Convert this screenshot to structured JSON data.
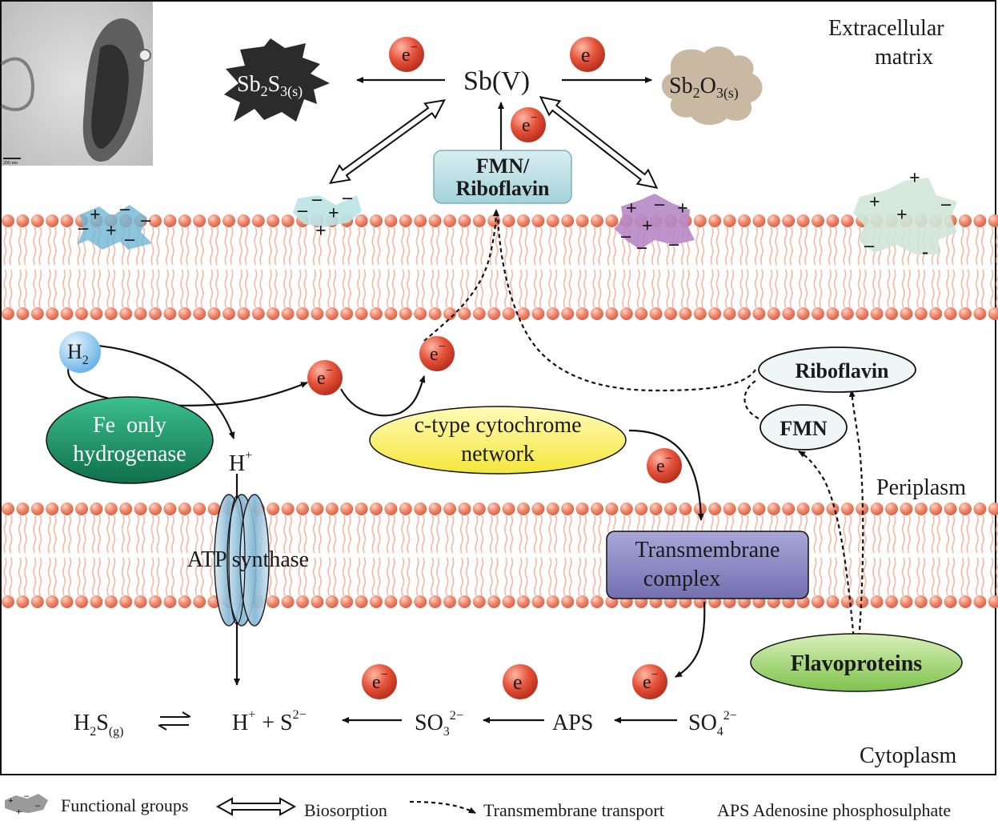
{
  "regions": {
    "extracellular": [
      "Extracellular",
      "matrix"
    ],
    "periplasm": "Periplasm",
    "cytoplasm": "Cytoplasm"
  },
  "electron": {
    "minus": "e",
    "sup": "−"
  },
  "species": {
    "sbv": "Sb(V)",
    "sb2s3": {
      "a": "Sb",
      "b": "2",
      "c": "S",
      "d": "3(s)"
    },
    "sb2o3": {
      "a": "Sb",
      "b": "2",
      "c": "O",
      "d": "3(s)"
    },
    "h2": {
      "a": "H",
      "b": "2"
    },
    "hplus": {
      "a": "H",
      "b": "+"
    },
    "h2s": {
      "a": "H",
      "b": "2",
      "c": "S",
      "d": "(g)"
    },
    "hs": {
      "a": "H",
      "b": "+",
      "c": "+ S",
      "d": "2−"
    },
    "so3": {
      "a": "SO",
      "b": "3",
      "c": "2−"
    },
    "aps": "APS",
    "so4": {
      "a": "SO",
      "b": "4",
      "c": "2−"
    }
  },
  "boxes": {
    "fmn_riboflavin": [
      "FMN/",
      "Riboflavin"
    ],
    "hydrogenase": [
      "Fe  only",
      "hydrogenase"
    ],
    "cytochrome": [
      "c-type cytochrome",
      "network"
    ],
    "transmembrane": [
      "Transmembrane",
      "complex"
    ],
    "atp_synthase": "ATP synthase",
    "riboflavin": "Riboflavin",
    "fmn": "FMN",
    "flavoproteins": "Flavoproteins"
  },
  "micrograph": {
    "scale_label": "200 nm"
  },
  "legend": {
    "functional_groups": "Functional groups",
    "biosorption": "Biosorption",
    "transport": "Transmembrane transport",
    "aps": "APS Adenosine phosphosulphate"
  },
  "colors": {
    "lipid_head": "#f08a6f",
    "lipid_tail": "#f6b7a3",
    "electron": "#e8523a",
    "hydrogenase": "#1b9467",
    "cytochrome": "#fbf26a",
    "transmembrane": "#8f8cc6",
    "fmn_box": "#b8dde2",
    "flavoproteins": "#9fd36e"
  }
}
